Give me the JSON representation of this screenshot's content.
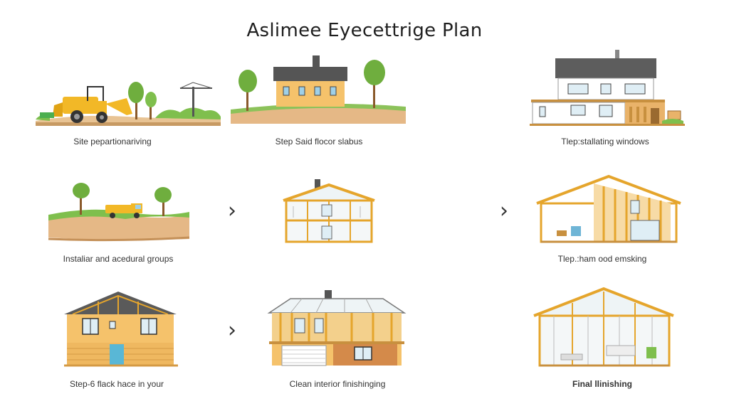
{
  "title": "Aslimee Eyecettrige Plan",
  "steps": [
    {
      "caption": "Site pepartionariving"
    },
    {
      "caption": "Step Said flocor slabus"
    },
    {
      "caption": "Tlep:stallating windows"
    },
    {
      "caption": "Instaliar and acedural groups"
    },
    {
      "caption": "Tlep.:ham ood emsking"
    },
    {
      "caption": "Step-6 flack hace in your"
    },
    {
      "caption": "Clean interior finishinging"
    },
    {
      "caption": "Final llinishing"
    }
  ],
  "arrows": [
    "›",
    "›",
    "›"
  ]
}
